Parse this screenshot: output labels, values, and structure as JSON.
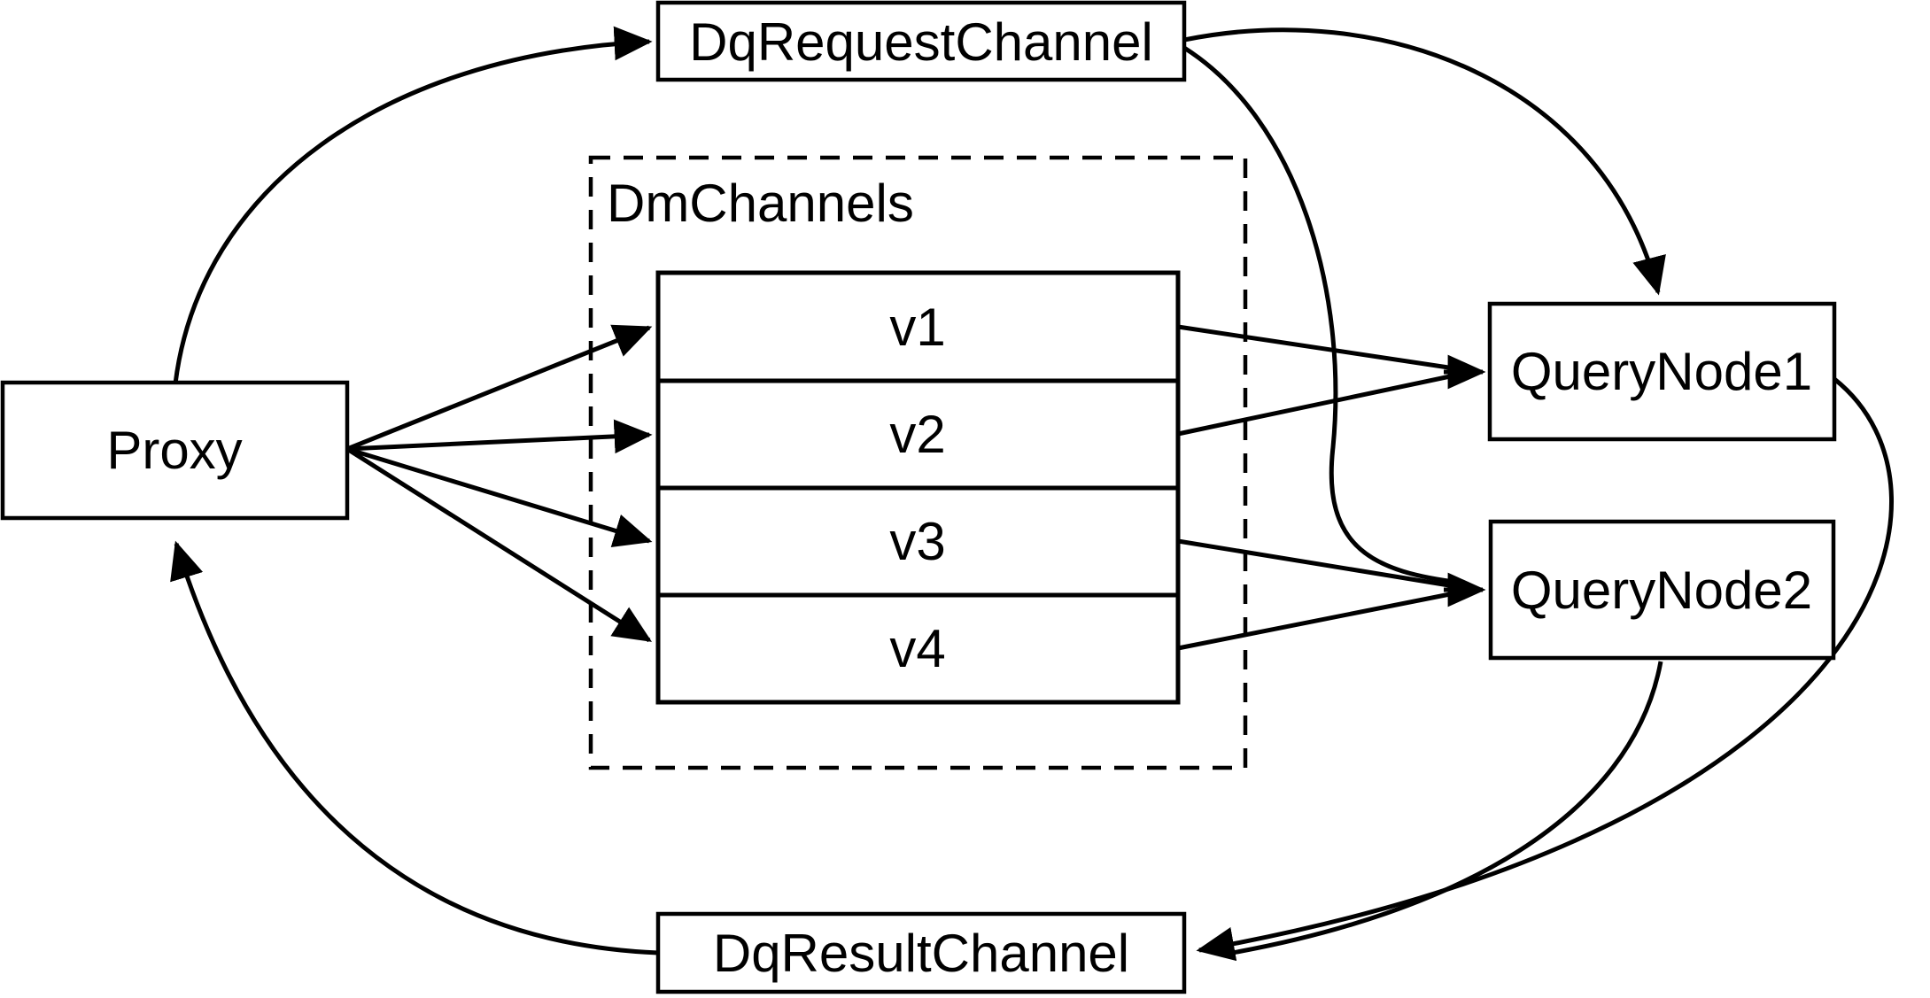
{
  "diagram": {
    "background_color": "#ffffff",
    "line_color": "#000000",
    "nodes": {
      "proxy": {
        "label": "Proxy"
      },
      "dq_request_channel": {
        "label": "DqRequestChannel"
      },
      "dm_channels_group": {
        "label": "DmChannels"
      },
      "channels": [
        {
          "label": "v1"
        },
        {
          "label": "v2"
        },
        {
          "label": "v3"
        },
        {
          "label": "v4"
        }
      ],
      "query_node_1": {
        "label": "QueryNode1"
      },
      "query_node_2": {
        "label": "QueryNode2"
      },
      "dq_result_channel": {
        "label": "DqResultChannel"
      }
    },
    "edges": [
      {
        "from": "Proxy",
        "to": "DqRequestChannel",
        "style": "curved"
      },
      {
        "from": "DqRequestChannel",
        "to": "QueryNode1",
        "style": "curved"
      },
      {
        "from": "DqRequestChannel",
        "to": "QueryNode2",
        "style": "curved"
      },
      {
        "from": "Proxy",
        "to": "v1",
        "style": "straight"
      },
      {
        "from": "Proxy",
        "to": "v2",
        "style": "straight"
      },
      {
        "from": "Proxy",
        "to": "v3",
        "style": "straight"
      },
      {
        "from": "Proxy",
        "to": "v4",
        "style": "straight"
      },
      {
        "from": "v1",
        "to": "QueryNode1",
        "style": "straight"
      },
      {
        "from": "v2",
        "to": "QueryNode1",
        "style": "straight"
      },
      {
        "from": "v3",
        "to": "QueryNode2",
        "style": "straight"
      },
      {
        "from": "v4",
        "to": "QueryNode2",
        "style": "straight"
      },
      {
        "from": "QueryNode1",
        "to": "DqResultChannel",
        "style": "curved"
      },
      {
        "from": "QueryNode2",
        "to": "DqResultChannel",
        "style": "curved"
      },
      {
        "from": "DqResultChannel",
        "to": "Proxy",
        "style": "curved"
      }
    ]
  }
}
